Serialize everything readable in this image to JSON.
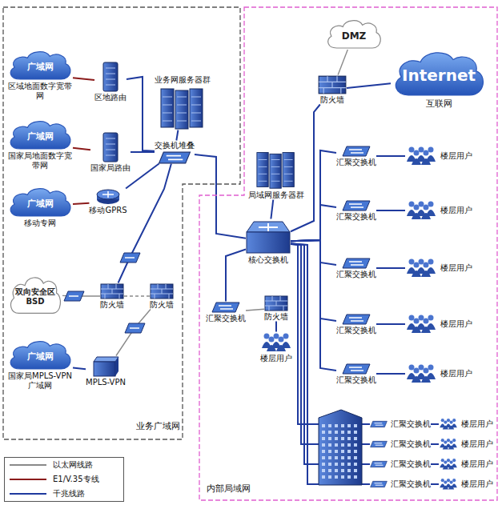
{
  "diagram": {
    "nodes": [
      {
        "text": [
          "业务广域网"
        ]
      },
      {
        "text": [
          "内部局域网"
        ]
      },
      {
        "text": [
          "广域网",
          "区域地面数字宽带网"
        ],
        "in": 0
      },
      {
        "text": [
          "区地路由"
        ],
        "in": 0
      },
      {
        "text": [
          "广域网",
          "国家局地面数字宽带网"
        ],
        "in": 0
      },
      {
        "text": [
          "国家局路由"
        ],
        "in": 0
      },
      {
        "text": [
          "广域网",
          "移动专网"
        ],
        "in": 0
      },
      {
        "text": [
          "移动GPRS"
        ],
        "in": 0
      },
      {
        "text": [
          "业务网服务器群"
        ],
        "in": 0
      },
      {
        "text": [
          "交换机堆叠"
        ],
        "in": 0
      },
      {
        "text": [
          "双向安全区 BSD"
        ],
        "in": 0
      },
      {
        "text": [
          "防火墙"
        ],
        "in": 0
      },
      {
        "text": [
          "防火墙"
        ],
        "in": 0
      },
      {
        "text": [
          "广域网",
          "国家局MPLS-VPN广域网"
        ],
        "in": 0
      },
      {
        "text": [
          "MPLS-VPN"
        ],
        "in": 0
      },
      {
        "text": [
          "DMZ"
        ],
        "in": 1
      },
      {
        "text": [
          "Internet",
          "互联网"
        ],
        "in": 1
      },
      {
        "text": [
          "防火墙"
        ],
        "in": 1
      },
      {
        "text": [
          "局域网服务器群"
        ],
        "in": 1
      },
      {
        "text": [
          "核心交换机"
        ],
        "in": 1
      },
      {
        "text": [
          "汇聚交换机"
        ],
        "in": 1
      },
      {
        "text": [
          "楼层用户"
        ],
        "in": 1
      },
      {
        "text": [
          "汇聚交换机"
        ],
        "in": 1
      },
      {
        "text": [
          "楼层用户"
        ],
        "in": 1
      },
      {
        "text": [
          "汇聚交换机"
        ],
        "in": 1
      },
      {
        "text": [
          "楼层用户"
        ],
        "in": 1
      },
      {
        "text": [
          "汇聚交换机"
        ],
        "in": 1
      },
      {
        "text": [
          "楼层用户"
        ],
        "in": 1
      },
      {
        "text": [
          "汇聚交换机"
        ],
        "in": 1
      },
      {
        "text": [
          "楼层用户"
        ],
        "in": 1
      },
      {
        "text": [
          "汇聚交换机"
        ],
        "in": 1
      },
      {
        "text": [
          "防火墙"
        ],
        "in": 1
      },
      {
        "text": [
          "楼层用户"
        ],
        "in": 1
      },
      {
        "text": [
          "汇聚交换机"
        ],
        "in": 1
      },
      {
        "text": [
          "楼层用户"
        ],
        "in": 1
      },
      {
        "text": [
          "汇聚交换机"
        ],
        "in": 1
      },
      {
        "text": [
          "楼层用户"
        ],
        "in": 1
      },
      {
        "text": [
          "汇聚交换机"
        ],
        "in": 1
      },
      {
        "text": [
          "楼层用户"
        ],
        "in": 1
      },
      {
        "text": [
          "汇聚交换机"
        ],
        "in": 1
      },
      {
        "text": [
          "楼层用户"
        ],
        "in": 1
      }
    ],
    "edges": [
      {
        "from": 2,
        "to": 3,
        "arrow": "none"
      },
      {
        "from": 4,
        "to": 5,
        "arrow": "none"
      },
      {
        "from": 6,
        "to": 7,
        "arrow": "none"
      },
      {
        "from": 3,
        "to": 9,
        "arrow": "none"
      },
      {
        "from": 5,
        "to": 9,
        "arrow": "none"
      },
      {
        "from": 7,
        "to": 9,
        "arrow": "none"
      },
      {
        "from": 8,
        "to": 9,
        "arrow": "none"
      },
      {
        "from": 9,
        "to": 19,
        "arrow": "none"
      },
      {
        "from": 10,
        "to": 11,
        "arrow": "none"
      },
      {
        "from": 11,
        "to": 12,
        "arrow": "none"
      },
      {
        "from": 11,
        "to": 9,
        "arrow": "none"
      },
      {
        "from": 14,
        "to": 12,
        "arrow": "none"
      },
      {
        "from": 13,
        "to": 14,
        "arrow": "none"
      },
      {
        "from": 17,
        "to": 15,
        "arrow": "none"
      },
      {
        "from": 17,
        "to": 16,
        "arrow": "none"
      },
      {
        "from": 17,
        "to": 19,
        "arrow": "none"
      },
      {
        "from": 18,
        "to": 19,
        "arrow": "none"
      },
      {
        "from": 19,
        "to": 20,
        "arrow": "none"
      },
      {
        "from": 19,
        "to": 22,
        "arrow": "none"
      },
      {
        "from": 19,
        "to": 24,
        "arrow": "none"
      },
      {
        "from": 19,
        "to": 26,
        "arrow": "none"
      },
      {
        "from": 19,
        "to": 28,
        "arrow": "none"
      },
      {
        "from": 20,
        "to": 21,
        "arrow": "none"
      },
      {
        "from": 22,
        "to": 23,
        "arrow": "none"
      },
      {
        "from": 24,
        "to": 25,
        "arrow": "none"
      },
      {
        "from": 26,
        "to": 27,
        "arrow": "none"
      },
      {
        "from": 28,
        "to": 29,
        "arrow": "none"
      },
      {
        "from": 19,
        "to": 30,
        "arrow": "none"
      },
      {
        "from": 30,
        "to": 31,
        "arrow": "none"
      },
      {
        "from": 31,
        "to": 32,
        "arrow": "none"
      },
      {
        "from": 19,
        "to": 33,
        "arrow": "none"
      },
      {
        "from": 19,
        "to": 35,
        "arrow": "none"
      },
      {
        "from": 19,
        "to": 37,
        "arrow": "none"
      },
      {
        "from": 19,
        "to": 39,
        "arrow": "none"
      },
      {
        "from": 33,
        "to": 34,
        "arrow": "none"
      },
      {
        "from": 35,
        "to": 36,
        "arrow": "none"
      },
      {
        "from": 37,
        "to": 38,
        "arrow": "none"
      },
      {
        "from": 39,
        "to": 40,
        "arrow": "none"
      }
    ],
    "legend": [
      {
        "text": "以太网线路"
      },
      {
        "text": "E1/V.35专线"
      },
      {
        "text": "千兆线路"
      }
    ]
  }
}
